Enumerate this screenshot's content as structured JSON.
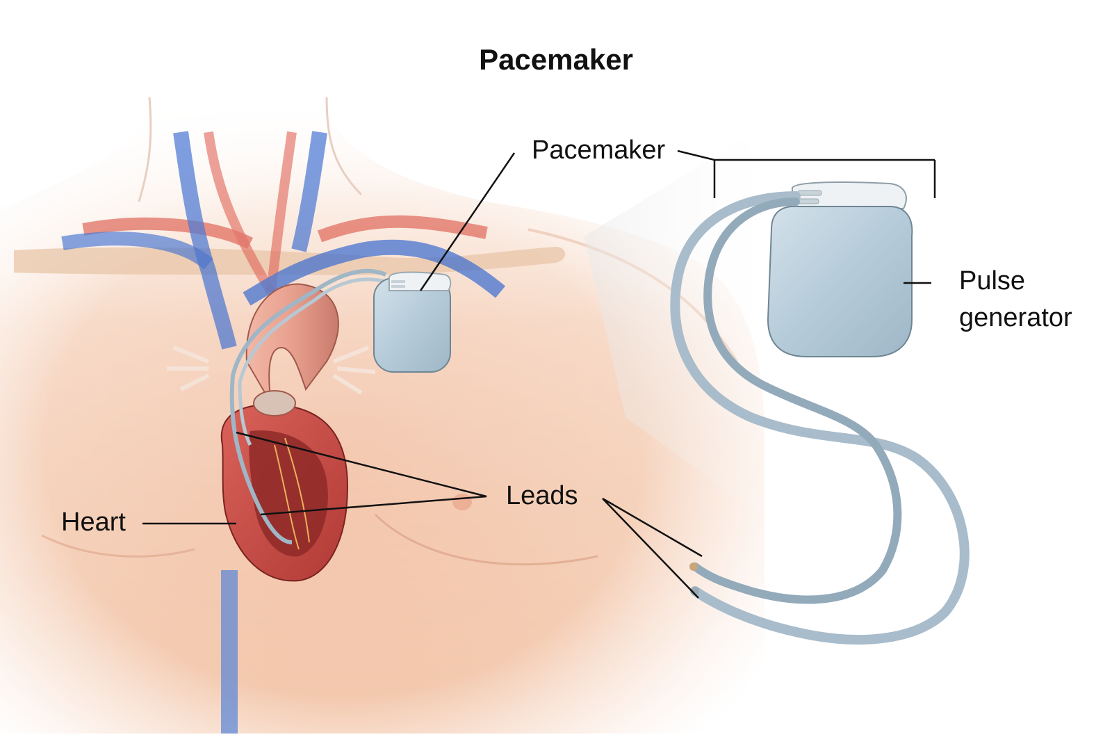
{
  "diagram": {
    "title": "Pacemaker",
    "labels": {
      "pacemaker": "Pacemaker",
      "pulse_generator_line1": "Pulse",
      "pulse_generator_line2": "generator",
      "leads": "Leads",
      "heart": "Heart"
    },
    "colors": {
      "skin": "#f2c4a8",
      "skin_shadow": "#e3a98a",
      "artery": "#e06a5c",
      "vein": "#3f6fd0",
      "heart_muscle": "#c84a48",
      "heart_inner": "#8e2a28",
      "device_body": "#b9cfdc",
      "device_header": "#eef2f4",
      "lead_wire": "#9fb6c6",
      "label_line": "#111111"
    }
  }
}
